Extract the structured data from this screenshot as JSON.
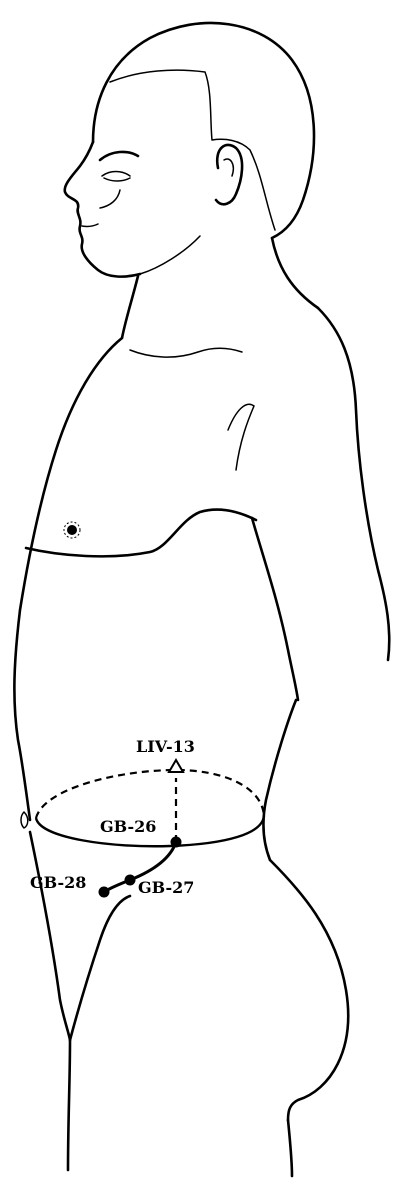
{
  "points": {
    "liv13": {
      "label": "LIV-13",
      "marker": "triangle-open"
    },
    "gb26": {
      "label": "GB-26",
      "marker": "filled-dot"
    },
    "gb27": {
      "label": "GB-27",
      "marker": "filled-dot"
    },
    "gb28": {
      "label": "GB-28",
      "marker": "filled-dot"
    }
  },
  "colors": {
    "ink": "#000000",
    "background": "#ffffff"
  }
}
